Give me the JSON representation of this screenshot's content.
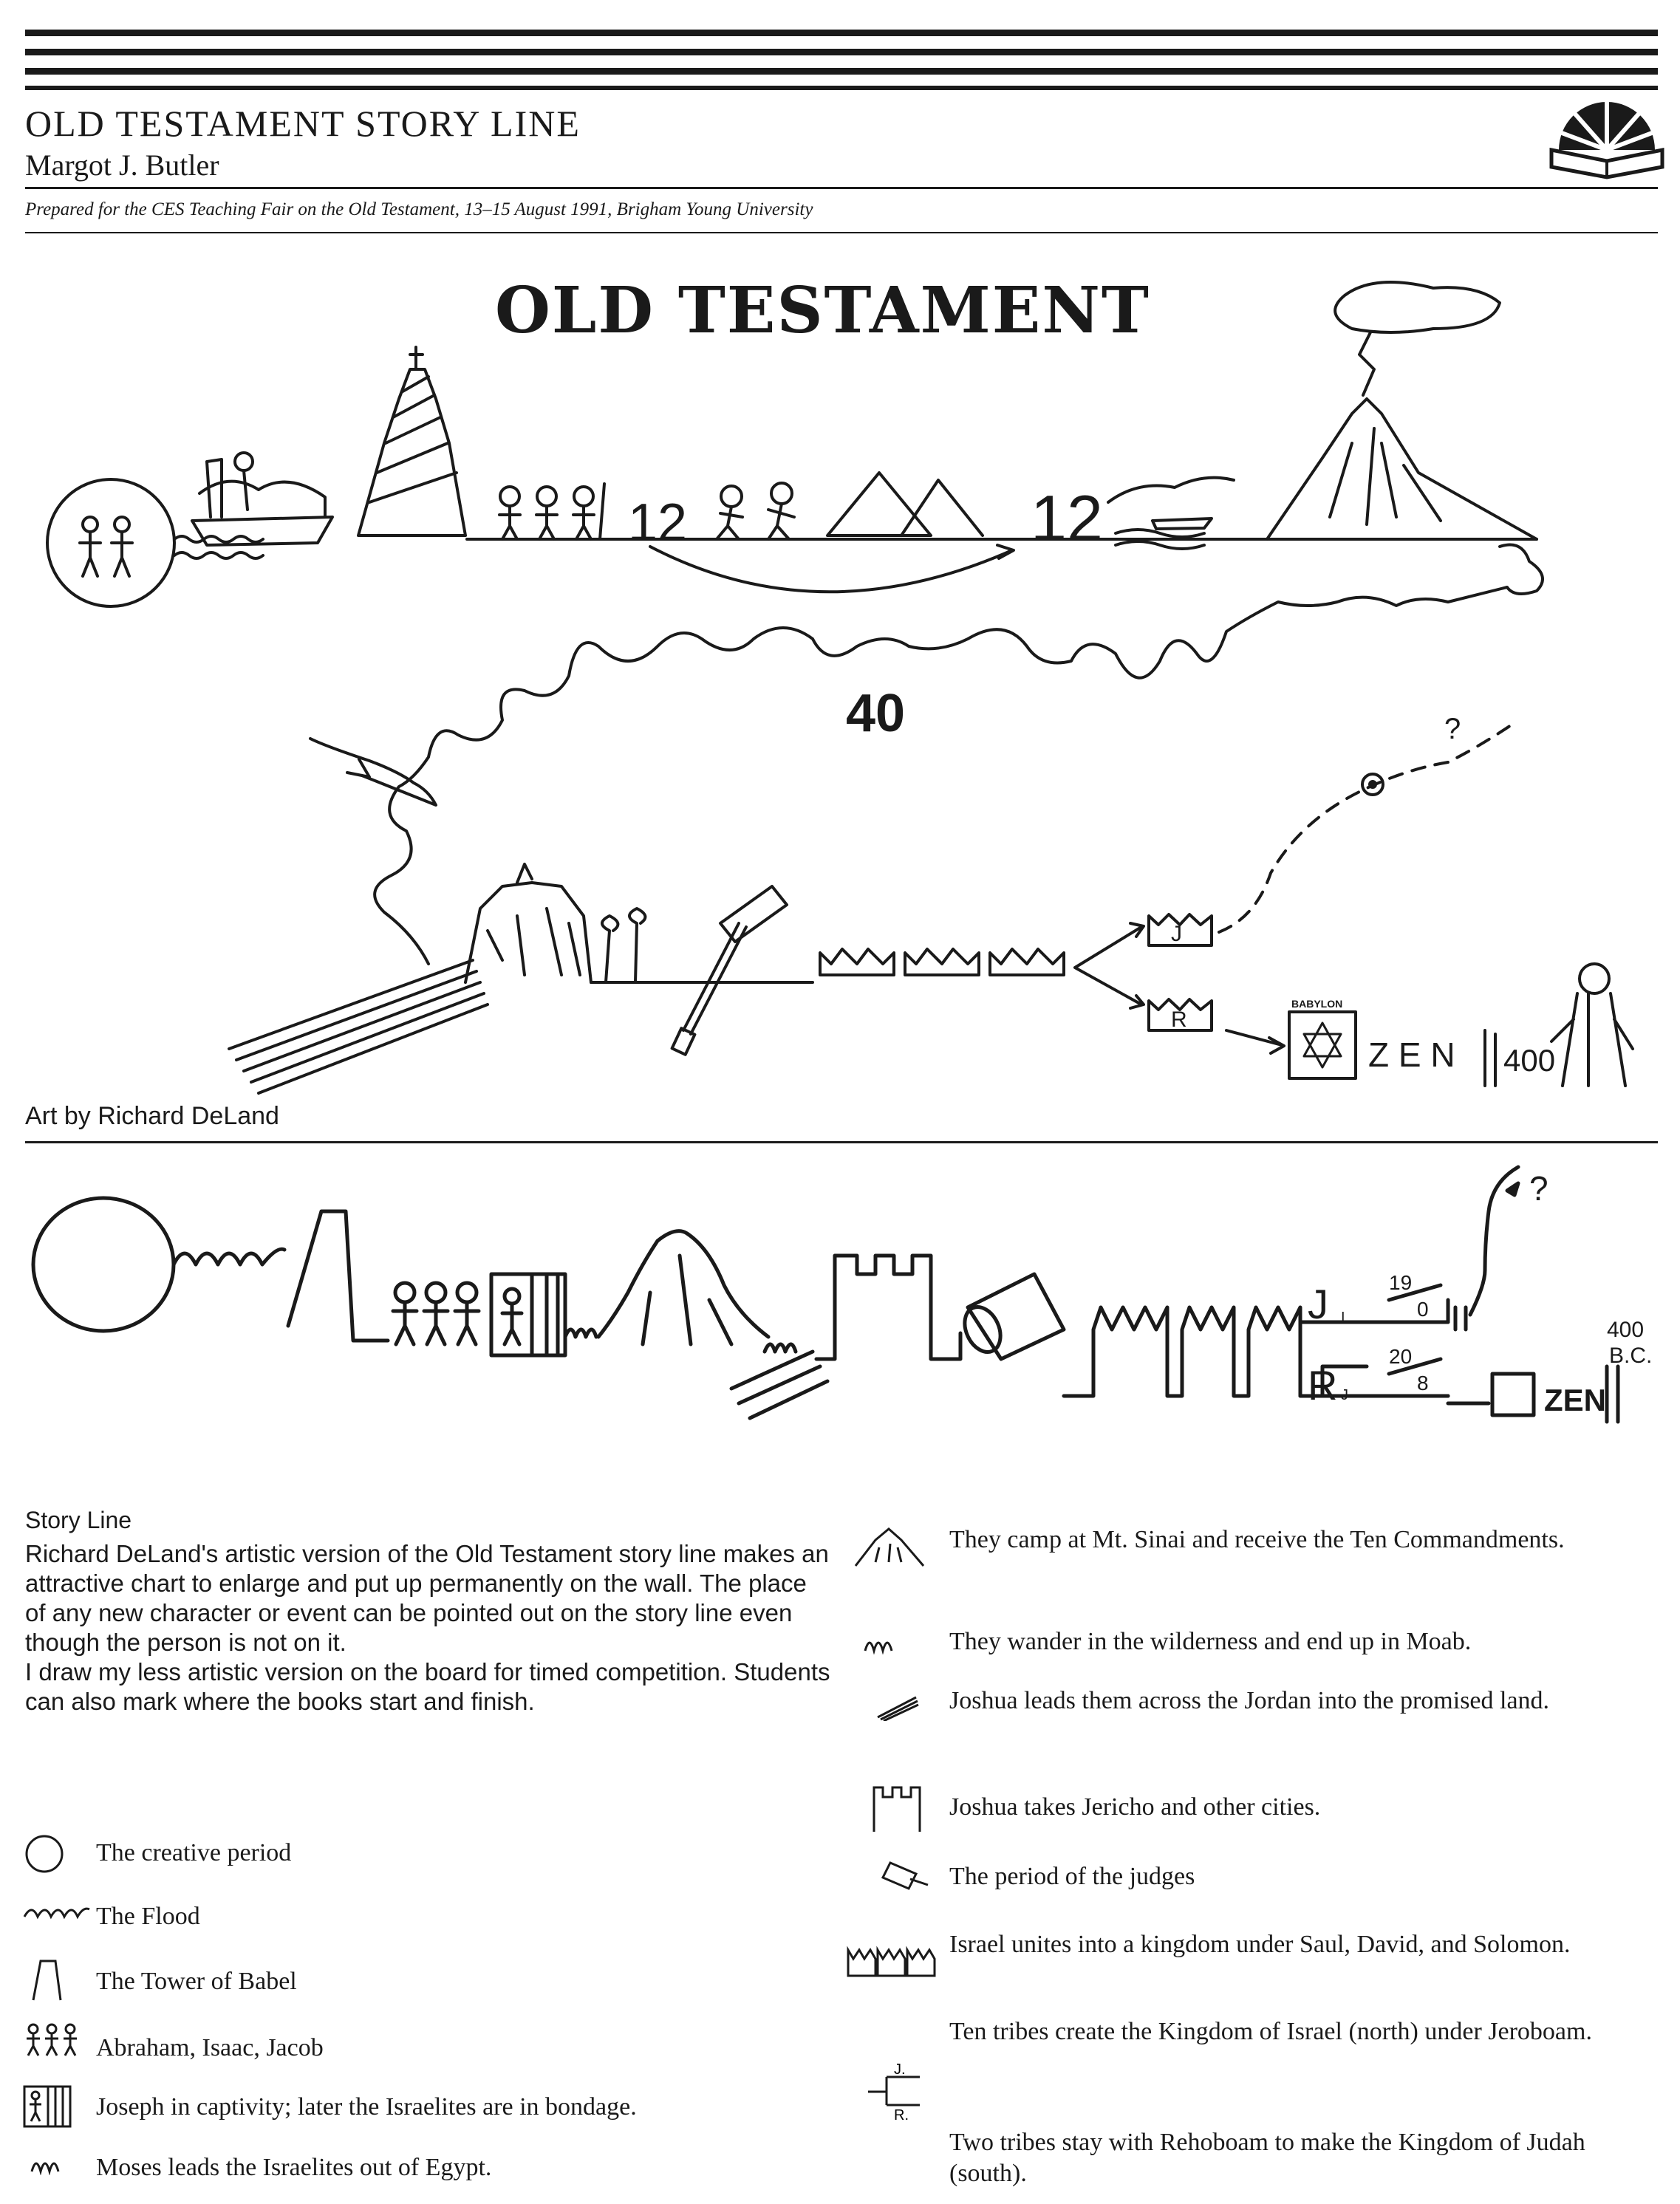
{
  "header": {
    "title": "OLD TESTAMENT STORY LINE",
    "author": "Margot J. Butler",
    "subtitle": "Prepared for the CES Teaching Fair on the Old Testament, 13–15 August 1991, Brigham Young University",
    "logo_icon": "book-sunrise-icon"
  },
  "illustration": {
    "title": "OLD TESTAMENT",
    "numbers": [
      "12",
      "12",
      "40",
      "400"
    ],
    "crown_letters": [
      "J",
      "R"
    ],
    "question_mark": "?",
    "babylon_label": "BABYLON",
    "zen_label": "Z E N",
    "credit": "Art by Richard DeLand"
  },
  "storyline": {
    "j_label": "J",
    "j_sub": "I",
    "r_label": "R",
    "r_sub": "J",
    "j_fraction_top": "19",
    "j_fraction_bottom": "0",
    "r_fraction_top": "20",
    "r_fraction_bottom": "8",
    "question_mark": "?",
    "end_label_top": "400",
    "end_label_bottom": "B.C.",
    "zen_label": "ZEN"
  },
  "story": {
    "heading": "Story Line",
    "paragraph1": "Richard DeLand's artistic version of the Old Testament story line makes an attractive chart to enlarge and put up permanently on the wall. The place of any new character or event can be pointed out on the story line even though the person is not on it.",
    "paragraph2": "I draw my less artistic version on the board for timed competition. Students can also mark where the books start and finish."
  },
  "legend_left": [
    {
      "icon": "circle-icon",
      "text": "The creative period"
    },
    {
      "icon": "waves-icon",
      "text": "The Flood"
    },
    {
      "icon": "tower-icon",
      "text": "The Tower of Babel"
    },
    {
      "icon": "three-figures-icon",
      "text": "Abraham, Isaac, Jacob"
    },
    {
      "icon": "prison-bars-icon",
      "text": "Joseph in captivity; later the Israelites are in bondage."
    },
    {
      "icon": "loops-icon",
      "text": "Moses leads the Israelites out of Egypt."
    }
  ],
  "legend_right": [
    {
      "icon": "mountain-icon",
      "text": "They camp at Mt. Sinai and receive the Ten Commandments."
    },
    {
      "icon": "small-loops-icon",
      "text": "They wander in the wilderness and end up in Moab."
    },
    {
      "icon": "river-crossing-icon",
      "text": "Joshua leads them across the Jordan into the promised land."
    },
    {
      "icon": "city-wall-icon",
      "text": "Joshua takes Jericho and other cities."
    },
    {
      "icon": "gavel-icon",
      "text": "The period of the judges"
    },
    {
      "icon": "three-crowns-icon",
      "text": "Israel unites into a kingdom under Saul, David, and Solomon."
    },
    {
      "icon": "kingdom-split-icon",
      "text": "Ten tribes create the Kingdom of Israel (north) under Jeroboam."
    },
    {
      "icon": "",
      "text": "Two tribes stay with Rehoboam to make the Kingdom of Judah (south)."
    }
  ]
}
